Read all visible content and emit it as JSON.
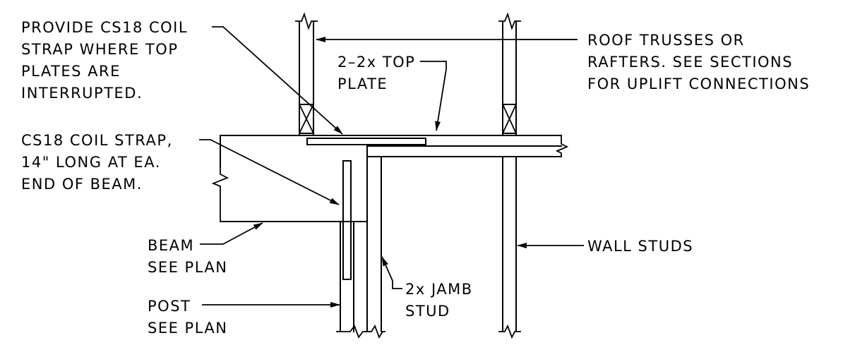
{
  "labels": {
    "coil_strap_top": [
      "PROVIDE CS18 COIL",
      "STRAP WHERE TOP",
      "PLATES ARE",
      "INTERRUPTED."
    ],
    "top_plate": [
      "2–2x TOP",
      "PLATE"
    ],
    "roof_trusses": [
      "ROOF TRUSSES OR",
      "RAFTERS. SEE SECTIONS",
      "FOR UPLIFT CONNECTIONS"
    ],
    "coil_strap_beam": [
      "CS18 COIL STRAP,",
      "14\" LONG AT EA.",
      "END OF BEAM."
    ],
    "beam": [
      "BEAM",
      "SEE PLAN"
    ],
    "post": [
      "POST",
      "SEE PLAN"
    ],
    "jamb_stud": [
      "2x JAMB",
      "STUD"
    ],
    "wall_studs": [
      "WALL STUDS"
    ]
  }
}
